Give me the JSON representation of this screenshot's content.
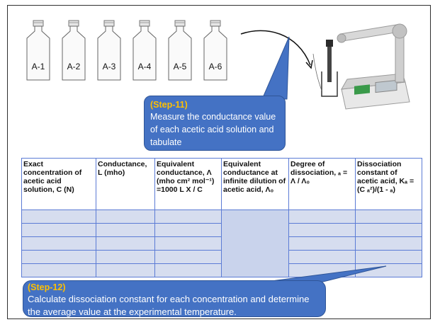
{
  "bottles": [
    "A-1",
    "A-2",
    "A-3",
    "A-4",
    "A-5",
    "A-6"
  ],
  "step11": {
    "step": "(Step-11)",
    "text": "Measure the conductance value of each acetic acid solution and tabulate"
  },
  "step12": {
    "step": "(Step-12)",
    "text": "Calculate dissociation constant for each concentration and determine the average value at the experimental temperature."
  },
  "table": {
    "headers": [
      "Exact concentration of acetic acid solution, C (N)",
      "Conductance, L (mho)",
      "Equivalent conductance, Λ (mho cm² mol⁻¹) =1000 L X / C",
      "Equivalent conductance at infinite dilution of acetic acid, Λ₀",
      "Degree of dissociation, ₐ = Λ / Λ₀",
      "Dissociation constant of acetic acid, Kₐ = (C ₐ²)/(1 - ₐ)"
    ],
    "empty_rows": 5
  },
  "colors": {
    "callout_fill": "#4472c4",
    "step_label": "#ffc000",
    "table_border": "#5b7bd5",
    "table_cell": "#d6ddef"
  },
  "icons": [
    "bottle-icon",
    "conductivity-meter-icon",
    "arrow-icon"
  ]
}
